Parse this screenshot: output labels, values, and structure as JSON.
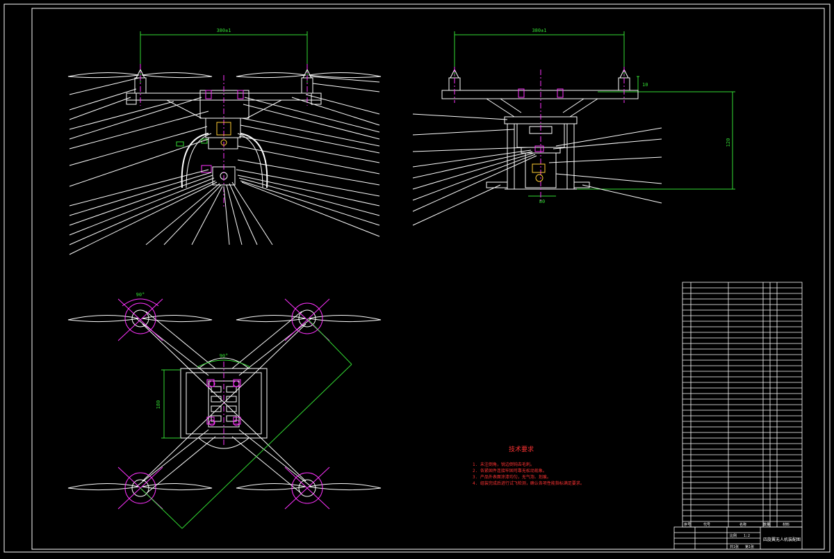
{
  "drawing": {
    "background": "#000000",
    "line_color": "#ffffff",
    "dim_color": "#33dd33",
    "accent_color": "#ff33ff",
    "highlight_color": "#ffcc33",
    "text_red": "#ff3333"
  },
  "views": {
    "front": {
      "dimension": "380±1"
    },
    "side": {
      "dimension_top": "380±1",
      "dimension_height": "120",
      "dimension_width": "80",
      "dimension_small": "10"
    },
    "top": {
      "angle_label": "90°",
      "center_label": "90°",
      "side_dim": "180"
    }
  },
  "notes": {
    "heading": "技术要求",
    "lines": [
      "1. 未注倒角，锐边倒钝去毛刺。",
      "2. 各紧固件连接牢固可靠无松动现象。",
      "3. 产品外表面涂漆均匀，无气泡、划痕。",
      "4. 组装完成后进行试飞检测，确认各项性能指标满足要求。"
    ]
  },
  "title_block": {
    "drawing_title": "四旋翼无人机装配图",
    "scale_label": "比例",
    "scale": "1:2",
    "sheet_label": "共1张",
    "sheet": "第1张",
    "header_seq": "序号",
    "header_code": "代号",
    "header_name": "名称",
    "header_qty": "数量",
    "header_material": "材料"
  }
}
